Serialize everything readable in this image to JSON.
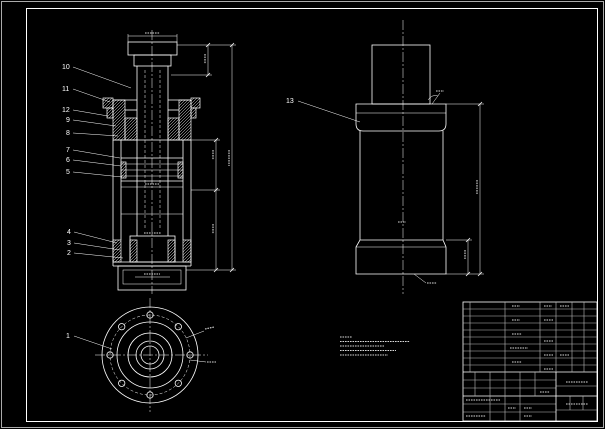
{
  "drawing": {
    "part_labels": {
      "p1": "1",
      "p2": "2",
      "p3": "3",
      "p4": "4",
      "p5": "5",
      "p6": "6",
      "p7": "7",
      "p8": "8",
      "p9": "9",
      "p10": "10",
      "p11": "11",
      "p12": "12",
      "p13": "13"
    }
  },
  "colors": {
    "background": "#000000",
    "line": "#ffffff",
    "sheet_border": "#aaaaaa"
  }
}
